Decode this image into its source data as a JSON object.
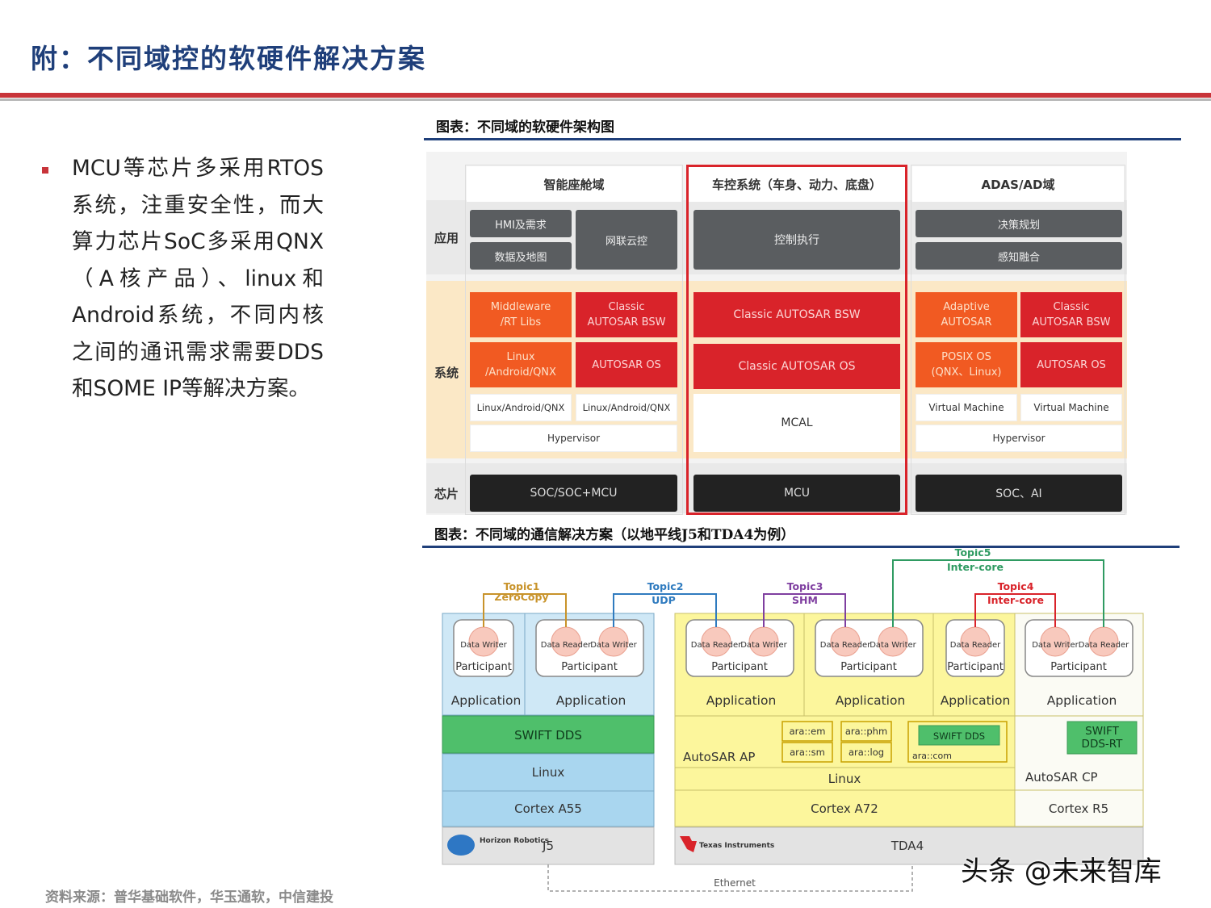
{
  "slide": {
    "title": "附：不同域控的软硬件解决方案",
    "bullet": "MCU等芯片多采用RTOS系统，注重安全性，而大算力芯片SoC多采用QNX（A核产品）、linux和Android系统，不同内核之间的通讯需求需要DDS和SOME IP等解决方案。",
    "caption1": "图表：不同域的软硬件架构图",
    "caption2": "图表：不同域的通信解决方案（以地平线J5和TDA4为例）",
    "source": "资料来源：普华基础软件，华玉通软，中信建投",
    "watermark": "头条 @未来智库"
  },
  "colors": {
    "title_blue": "#1f3f7a",
    "accent_red": "#c8343a",
    "block_red": "#d9232a",
    "block_dark": "#5a5d60",
    "chip_black": "#222222",
    "linux_blue": "#a9d6ef",
    "dds_green": "#4fbf6b",
    "tda_yellow": "#fcf69c"
  },
  "arch": {
    "rows": {
      "app": "应用",
      "sys": "系统",
      "chip": "芯片"
    },
    "cockpit": {
      "header": "智能座舱域",
      "app": [
        "HMI及需求",
        "数据及地图",
        "网联云控"
      ],
      "sys": [
        "Middleware /RT Libs",
        "Classic AUTOSAR BSW",
        "Linux /Android/QNX",
        "AUTOSAR OS",
        "Linux/Android/QNX",
        "Linux/Android/QNX",
        "Hypervisor"
      ],
      "chip": "SOC/SOC+MCU"
    },
    "vehicle": {
      "header": "车控系统（车身、动力、底盘）",
      "app": "控制执行",
      "sys": [
        "Classic AUTOSAR BSW",
        "Classic AUTOSAR OS",
        "MCAL"
      ],
      "chip": "MCU"
    },
    "adas": {
      "header": "ADAS/AD域",
      "app": [
        "决策规划",
        "感知融合"
      ],
      "sys": [
        "Adaptive AUTOSAR",
        "Classic AUTOSAR BSW",
        "POSIX OS (QNX、Linux)",
        "AUTOSAR OS",
        "Virtual Machine",
        "Virtual Machine",
        "Hypervisor"
      ],
      "chip": "SOC、AI"
    }
  },
  "comm": {
    "topics": {
      "t1": "Topic1",
      "t1s": "ZeroCopy",
      "t2": "Topic2",
      "t2s": "UDP",
      "t3": "Topic3",
      "t3s": "SHM",
      "t4": "Topic4",
      "t4s": "Inter-core",
      "t5": "Topic5",
      "t5s": "Inter-core"
    },
    "roles": {
      "writer": "Data Writer",
      "reader": "Data Reader",
      "participant": "Participant",
      "application": "Application"
    },
    "j5": {
      "dds": "SWIFT DDS",
      "os": "Linux",
      "cpu": "Cortex A55",
      "logo": "Horizon Robotics",
      "chip": "J5"
    },
    "tda4": {
      "ara": [
        "ara::em",
        "ara::phm",
        "ara::sm",
        "ara::log",
        "ara::com"
      ],
      "dds": "SWIFT DDS",
      "autosar_ap": "AutoSAR AP",
      "os": "Linux",
      "cpu_a": "Cortex A72",
      "dds_rt": "SWIFT DDS-RT",
      "autosar_cp": "AutoSAR CP",
      "cpu_r": "Cortex R5",
      "logo": "Texas Instruments",
      "chip": "TDA4"
    },
    "ethernet": "Ethernet"
  }
}
